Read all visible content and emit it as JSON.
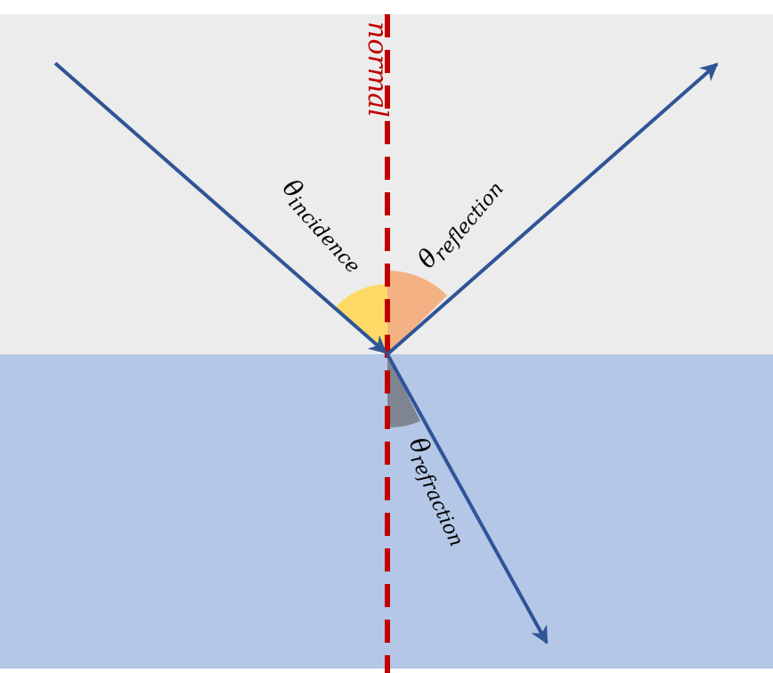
{
  "normal_label": "normal",
  "angles": {
    "theta_symbol": "θ",
    "incidence": "incidence",
    "reflection": "reflection",
    "refraction": "refraction"
  },
  "colors": {
    "upper_medium": "#ececec",
    "lower_medium": "#b4c7e7",
    "ray": "#2f5597",
    "normal_line": "#c00000",
    "incidence_arc": "#ffd966",
    "reflection_arc": "#f4b183",
    "refraction_arc": "#7f8590"
  }
}
